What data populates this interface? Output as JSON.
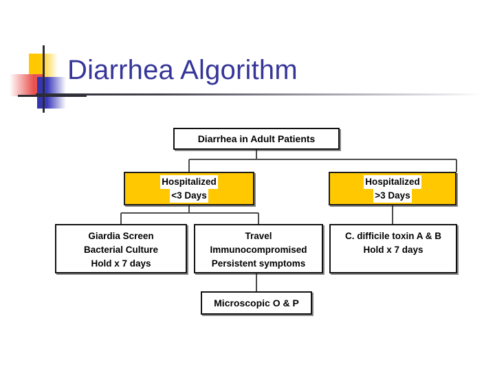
{
  "slide": {
    "title": "Diarrhea Algorithm",
    "accent_navy": "#363699",
    "accent_yellow": "#FFC800",
    "accent_red": "#E8524F",
    "accent_blue": "#3333AA",
    "rule_color": "#2b2b33"
  },
  "decoration": {
    "yellow_square": "yellow-square",
    "red_square": "red-square",
    "blue_square": "blue-square",
    "vertical_bar": "vertical-bar",
    "horizontal_bar": "horizontal-bar"
  },
  "flowchart": {
    "type": "flowchart",
    "nodes": [
      {
        "id": "root",
        "name": "diarrhea-in-adult-patients",
        "lines": [
          "Diarrhea in Adult Patients"
        ],
        "fill": "#FFFFFF",
        "level": 0
      },
      {
        "id": "hosp-lt3",
        "name": "hospitalized-less-than-3-days",
        "lines": [
          "Hospitalized",
          "<3 Days"
        ],
        "fill": "#FFC800",
        "level": 1
      },
      {
        "id": "hosp-gt3",
        "name": "hospitalized-greater-than-3-days",
        "lines": [
          "Hospitalized",
          ">3 Days"
        ],
        "fill": "#FFC800",
        "level": 1
      },
      {
        "id": "giardia",
        "name": "giardia-screen-bacterial-culture",
        "lines": [
          "Giardia Screen",
          "Bacterial Culture",
          "Hold x 7 days"
        ],
        "fill": "#FFFFFF",
        "level": 2
      },
      {
        "id": "travel",
        "name": "travel-immunocompromised-persistent-symptoms",
        "lines": [
          "Travel",
          "Immunocompromised",
          "Persistent symptoms"
        ],
        "fill": "#FFFFFF",
        "level": 2
      },
      {
        "id": "cdiff",
        "name": "c-difficile-toxin-a-and-b",
        "lines": [
          "C. difficile toxin A & B",
          "Hold x 7 days"
        ],
        "fill": "#FFFFFF",
        "level": 2
      },
      {
        "id": "micro",
        "name": "microscopic-o-and-p",
        "lines": [
          "Microscopic O & P"
        ],
        "fill": "#FFFFFF",
        "level": 3
      }
    ],
    "edges": [
      {
        "from": "root",
        "to": "hosp-lt3"
      },
      {
        "from": "root",
        "to": "hosp-gt3"
      },
      {
        "from": "hosp-lt3",
        "to": "giardia"
      },
      {
        "from": "hosp-lt3",
        "to": "travel"
      },
      {
        "from": "hosp-gt3",
        "to": "cdiff"
      },
      {
        "from": "travel",
        "to": "micro"
      }
    ]
  }
}
